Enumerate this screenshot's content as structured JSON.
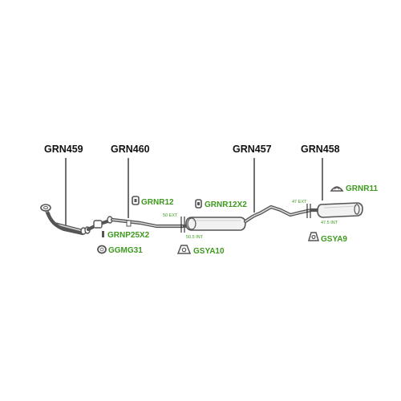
{
  "sections": [
    {
      "code": "GRN459"
    },
    {
      "code": "GRN460"
    },
    {
      "code": "GRN457"
    },
    {
      "code": "GRN458"
    }
  ],
  "parts": [
    {
      "code": "GRNR12"
    },
    {
      "code": "GRNR12X2"
    },
    {
      "code": "GRNR11"
    },
    {
      "code": "GRNP25X2"
    },
    {
      "code": "GGMG31"
    },
    {
      "code": "GSYA10"
    },
    {
      "code": "GSYA9"
    }
  ],
  "dimensions": [
    {
      "text": "50 EXT"
    },
    {
      "text": "50.5 INT"
    },
    {
      "text": "47 EXT"
    },
    {
      "text": "47.5 INT"
    }
  ],
  "colors": {
    "part_label": "#3d9a1e",
    "section_label": "#111111",
    "pipe": "#555555"
  }
}
